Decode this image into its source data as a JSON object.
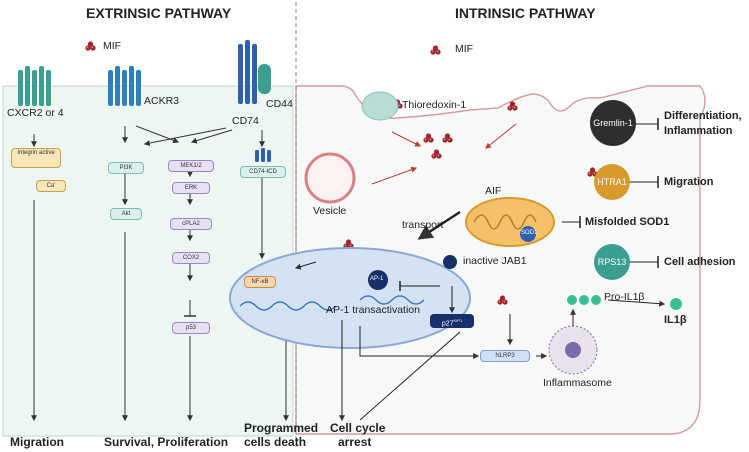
{
  "sections": {
    "extrinsic_title": "EXTRINSIC PATHWAY",
    "intrinsic_title": "INTRINSIC PATHWAY"
  },
  "receptors": {
    "mif_top": "MIF",
    "mif_right": "MIF",
    "cxcr": "CXCR2 or 4",
    "ackr3": "ACKR3",
    "cd44": "CD44",
    "cd74": "CD74"
  },
  "extrinsic_nodes": {
    "integrin": "Integrin active",
    "ca": "Ca'",
    "pi3k": "PI3K",
    "akt": "Akt",
    "mek": "MEK1/2",
    "erk": "ERK",
    "cpla2": "cPLA2",
    "cox2": "COX2",
    "p53": "p53",
    "cd74icd": "CD74-ICD",
    "nfkb": "NF-κB"
  },
  "intrinsic_nodes": {
    "thioredoxin": "Thioredoxin-1",
    "vesicle": "Vesicle",
    "transport": "transport",
    "aif": "AIF",
    "sod1_badge": "SOD1",
    "misfolded": "Misfolded  SOD1",
    "ap1": "AP-1",
    "ap1_trans": "AP-1 transactivation",
    "inactive_jab1": "inactive JAB1",
    "p27": "p27",
    "p27_sup": "KIP1",
    "nlrp3": "NLRP3",
    "inflammasome": "Inflammasome",
    "pro_il1b": "Pro-IL1β",
    "il1b": "IL1β",
    "gremlin": "Gremlin-1",
    "htra1": "HTRA1",
    "rps13": "RPS13",
    "diff": "Differentiation,",
    "inflam": "Inflammation",
    "migration_r": "Migration",
    "adhesion": "Cell adhesion"
  },
  "outcomes": {
    "migration": "Migration",
    "survival": "Survival, Proliferation",
    "pcd1": "Programmed",
    "pcd2": "cells death",
    "cca1": "Cell cycle",
    "cca2": "arrest"
  },
  "colors": {
    "receptor_teal": "#3a9e91",
    "receptor_blue": "#2f5fb0",
    "mif_red": "#a3242b",
    "gremlin": "#2e2e2e",
    "htra1": "#d89a2b",
    "rps13": "#3a9e91",
    "cell_fill": "#eef6f2",
    "nucleus": "#d5e2f3"
  }
}
